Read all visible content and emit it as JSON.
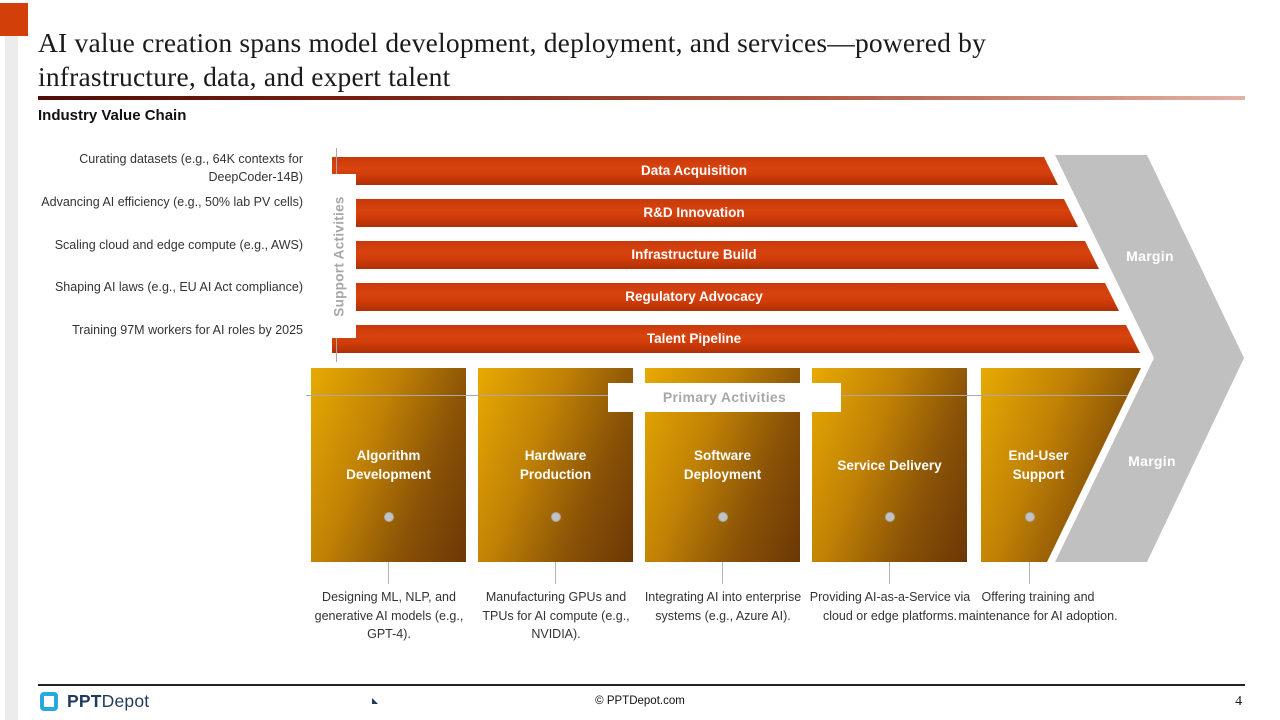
{
  "slide": {
    "title_line1": "AI value creation spans model development, deployment, and services—powered by",
    "title_line2": "infrastructure, data, and expert talent",
    "subtitle": "Industry Value Chain",
    "page_number": "4"
  },
  "support_activities": {
    "axis_label": "Support Activities",
    "bars": [
      {
        "label": "Data Acquisition",
        "note": "Curating datasets (e.g., 64K contexts for DeepCoder-14B)"
      },
      {
        "label": "R&D Innovation",
        "note": "Advancing AI efficiency (e.g., 50% lab PV cells)"
      },
      {
        "label": "Infrastructure Build",
        "note": "Scaling cloud and edge compute (e.g., AWS)"
      },
      {
        "label": "Regulatory Advocacy",
        "note": "Shaping AI laws (e.g., EU AI Act compliance)"
      },
      {
        "label": "Talent Pipeline",
        "note": "Training 97M workers for AI roles by 2025"
      }
    ]
  },
  "primary_activities": {
    "axis_label": "Primary Activities",
    "boxes": [
      {
        "label": "Algorithm Development",
        "description": "Designing ML, NLP, and generative AI models (e.g., GPT-4)."
      },
      {
        "label": "Hardware Production",
        "description": "Manufacturing GPUs and TPUs for AI compute (e.g., NVIDIA)."
      },
      {
        "label": "Software Deployment",
        "description": "Integrating AI into enterprise systems (e.g., Azure AI)."
      },
      {
        "label": "Service Delivery",
        "description": "Providing AI-as-a-Service via cloud or edge platforms."
      },
      {
        "label": "End-User Support",
        "description": "Offering training and maintenance for AI adoption."
      }
    ]
  },
  "margin": {
    "top_label": "Margin",
    "bottom_label": "Margin"
  },
  "footer": {
    "brand_bold": "PPT",
    "brand_rest": "Depot",
    "copyright": "© PPTDepot.com"
  },
  "colors": {
    "accent_red": "#d33f08",
    "gold": "#c98a05",
    "chevron_gray": "#c0c0c0",
    "axis_gray": "#a6a6a6"
  }
}
